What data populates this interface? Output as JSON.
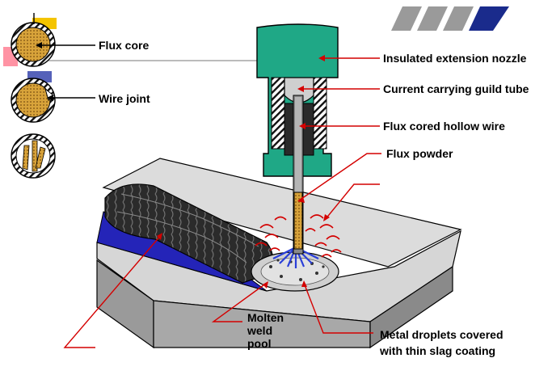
{
  "labels": {
    "flux_core": "Flux core",
    "wire_joint": "Wire joint",
    "insulated_nozzle": "Insulated extension nozzle",
    "guide_tube": "Current carrying guild tube",
    "hollow_wire": "Flux cored hollow wire",
    "flux_powder": "Flux powder",
    "molten_pool": [
      "Molten",
      "weld",
      "pool"
    ],
    "droplets": [
      "Metal droplets covered",
      "with thin slag coating"
    ]
  },
  "colors": {
    "nozzle": "#1fa886",
    "nozzle_dark": "#0b6e55",
    "wire_fill": "#d8a33a",
    "weld_bead": "#2a2a2a",
    "blue_face": "#2424b8",
    "plate_top": "#dcdcdc",
    "plate_side": "#9a9a9a",
    "red_leader": "#d40000",
    "blue_arc": "#2a3fd8",
    "logo_blue": "#1a2b8c"
  },
  "icons": [
    "flux-core-cross-section-icon",
    "wire-joint-cross-section-icon",
    "slotted-wire-cross-section-icon",
    "stripe-logo-icon"
  ]
}
